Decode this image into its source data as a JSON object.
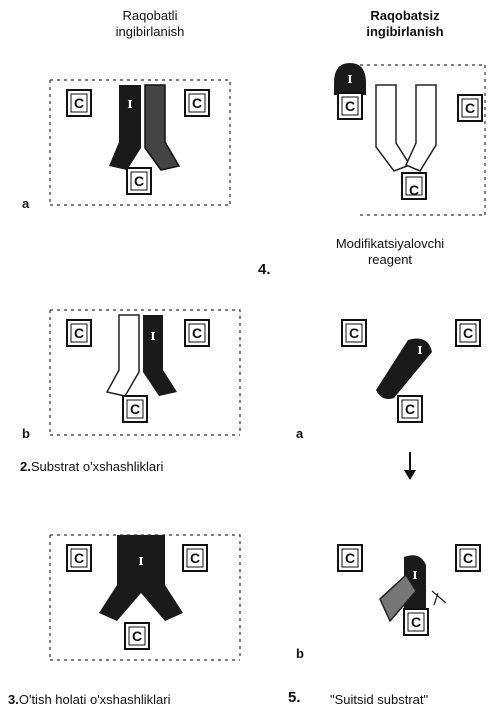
{
  "panel1": {
    "title": "Raqobatli\ningibirlanish",
    "label": "a"
  },
  "panel2": {
    "title": "Raqobatsiz\ningibirlanish"
  },
  "panel3": {
    "label": "b",
    "caption_num": "2.",
    "caption": "Substrat o'xshashliklari"
  },
  "panel4": {
    "num": "4.",
    "title": "Modifikatsiyalovchi\nreagent",
    "label": "a"
  },
  "panel5": {
    "caption_num": "3.",
    "caption": "O'tish holati o'xshashliklari"
  },
  "panel6": {
    "label": "b",
    "num": "5.",
    "caption": "\"Suitsid substrat\""
  },
  "symbols": {
    "catalytic": "C",
    "inhibitor": "I"
  }
}
